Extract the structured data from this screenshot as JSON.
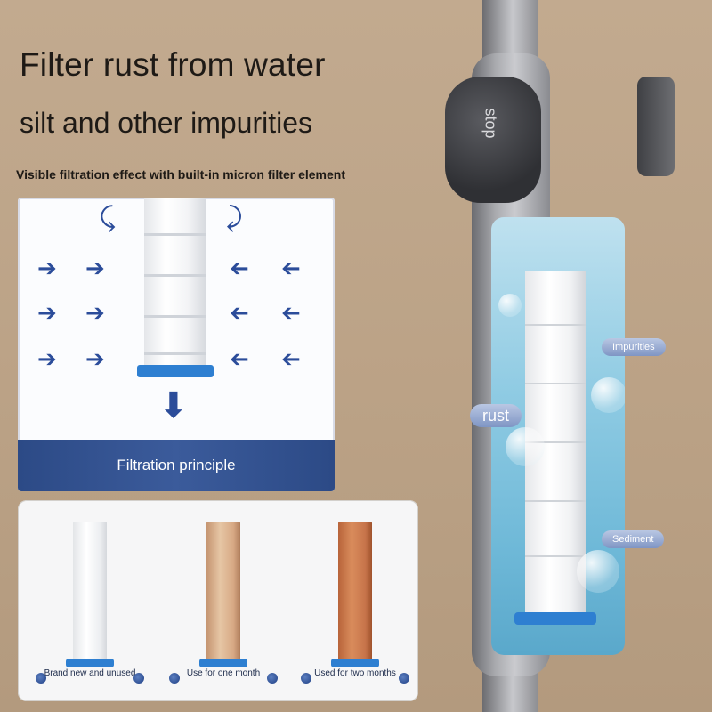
{
  "headline": "Filter rust from water",
  "subheadline": "silt and other impurities",
  "caption": "Visible filtration effect with built-in micron filter element",
  "principle": {
    "footer": "Filtration principle"
  },
  "comparison": {
    "items": [
      {
        "label": "Brand new and unused"
      },
      {
        "label": "Use for one month"
      },
      {
        "label": "Used for two months"
      }
    ]
  },
  "product": {
    "knob_text": "stop",
    "tags": {
      "impurities": "Impurities",
      "rust": "rust",
      "sediment": "Sediment"
    }
  },
  "colors": {
    "accent": "#2e7fd1",
    "panel_blue": "#2c4a86",
    "arrow_blue": "#2b4c9a"
  },
  "icons": {
    "inflow_arrow": "right-arrow-icon",
    "outflow_arrow": "down-arrow-icon",
    "curve_arrow": "curved-arrow-icon"
  }
}
